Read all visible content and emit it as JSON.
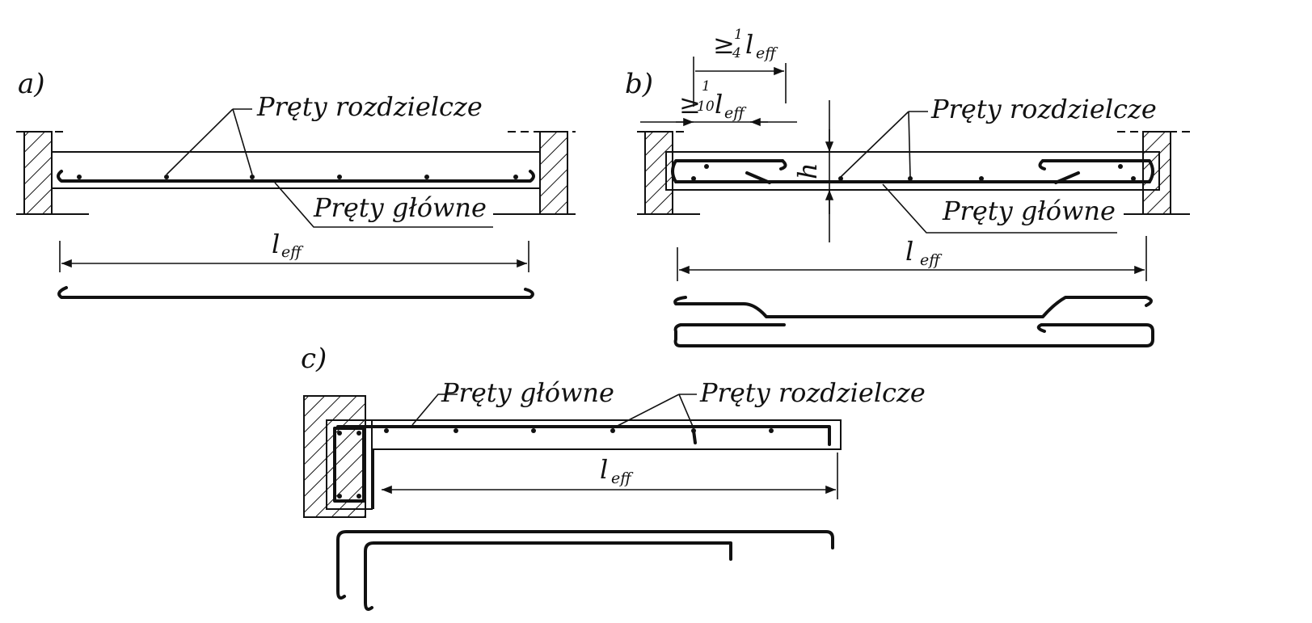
{
  "panels": {
    "a": {
      "tag": "a)",
      "distribution_bars": "Pręty rozdzielcze",
      "main_bars": "Pręty główne",
      "span_main": "l",
      "span_sub": "eff"
    },
    "b": {
      "tag": "b)",
      "dim_quarter_prefix": "≥",
      "dim_quarter_num": "1",
      "dim_quarter_den": "4",
      "dim_quarter_main": "l",
      "dim_quarter_sub": "eff",
      "dim_tenth_prefix": "≥",
      "dim_tenth_num": "1",
      "dim_tenth_den": "10",
      "dim_tenth_main": "l",
      "dim_tenth_sub": "eff",
      "height": "h",
      "distribution_bars": "Pręty rozdzielcze",
      "main_bars": "Pręty główne",
      "span_main": "l",
      "span_sub": "eff"
    },
    "c": {
      "tag": "c)",
      "main_bars": "Pręty główne",
      "distribution_bars": "Pręty rozdzielcze",
      "span_main": "l",
      "span_sub": "eff"
    }
  }
}
